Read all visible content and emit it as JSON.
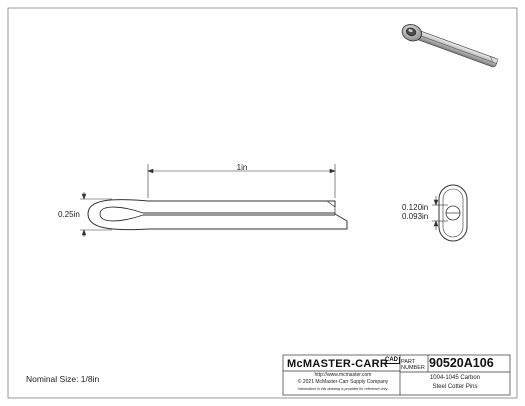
{
  "drawing": {
    "dimensions": {
      "length": "1in",
      "height": "0.25in",
      "diameter_outer": "0.120in",
      "diameter_inner": "0.093in"
    },
    "nominal_size": "Nominal Size: 1/8in"
  },
  "title_block": {
    "brand": "McMASTER-CARR",
    "cad_mark": "CAD",
    "url": "http://www.mcmaster.com",
    "copyright": "© 2021 McMaster-Carr Supply Company",
    "info": "Information in this drawing is provided for reference only.",
    "part_label_line1": "PART",
    "part_label_line2": "NUMBER",
    "part_number": "90520A106",
    "description_line1": "1004-1045 Carbon",
    "description_line2": "Steel Cotter Pins"
  },
  "colors": {
    "line": "#333333",
    "shade_light": "#f2f2f2",
    "shade_dark": "#9a9a9a"
  }
}
